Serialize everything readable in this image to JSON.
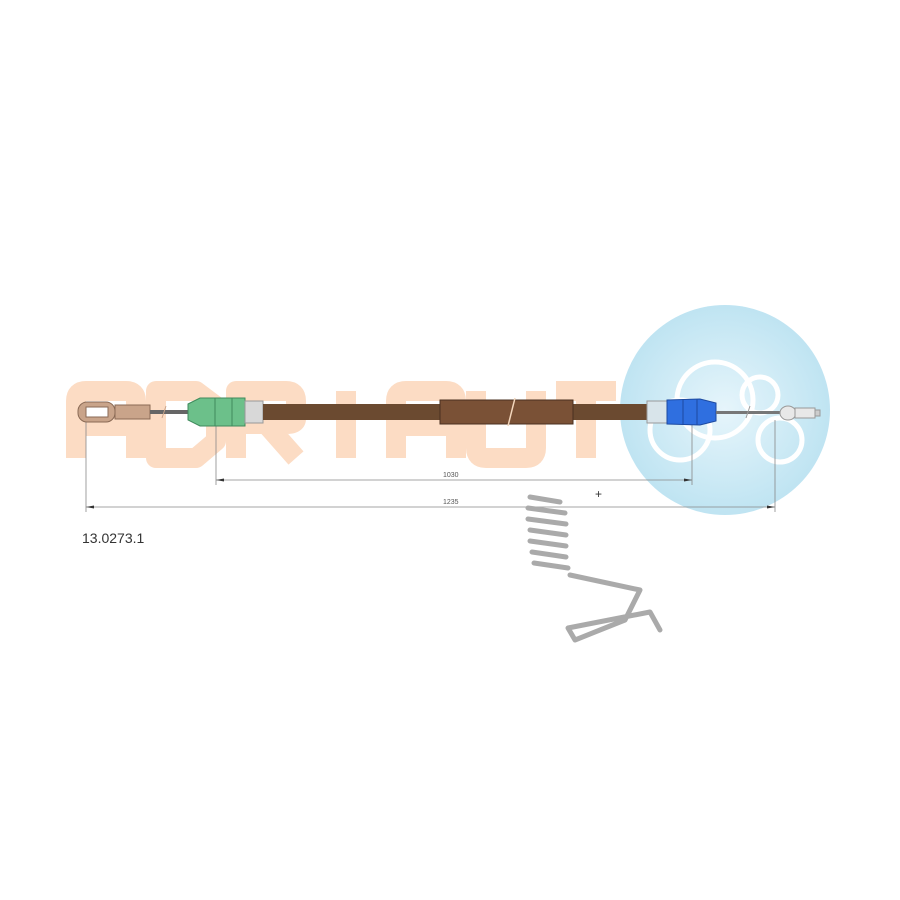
{
  "product": {
    "part_number": "13.0273.1"
  },
  "dimensions": {
    "inner_length": "1030",
    "total_length": "1235",
    "marker": "+"
  },
  "watermark": {
    "brand": "ADRIAUT"
  },
  "colors": {
    "sheath": "#6b4a30",
    "left_fitting": "#6cc08a",
    "right_fitting": "#2f6fe0",
    "watermark": "#fcdcc4",
    "logo_circle": "#cfeaf5"
  }
}
